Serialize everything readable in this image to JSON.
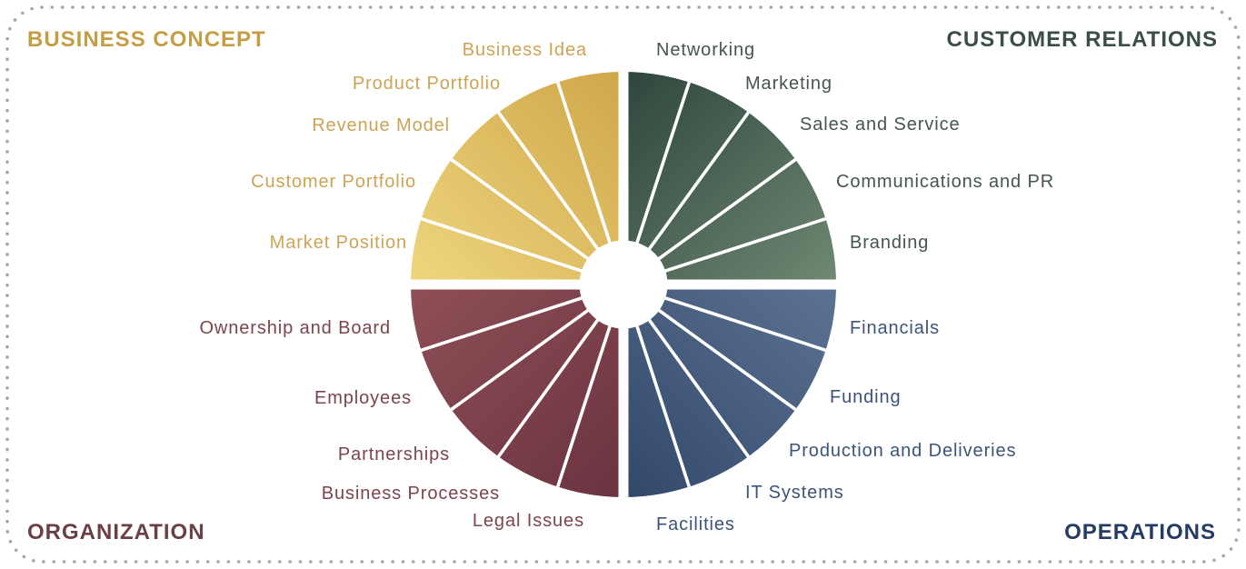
{
  "page": {
    "background": "#ffffff",
    "border_color": "#a8a8a8",
    "wheel_divider_color": "#ffffff"
  },
  "quadrants": [
    {
      "id": "business-concept",
      "title": "BUSINESS CONCEPT",
      "title_color": "#c49e44",
      "label_color": "#cda455",
      "color_dark": "#cfa64a",
      "color_light": "#eed67e",
      "position": "top-left",
      "segments": [
        {
          "label": "Business Idea"
        },
        {
          "label": "Product Portfolio"
        },
        {
          "label": "Revenue Model"
        },
        {
          "label": "Customer Portfolio"
        },
        {
          "label": "Market Position"
        }
      ]
    },
    {
      "id": "customer-relations",
      "title": "CUSTOMER RELATIONS",
      "title_color": "#3b4e46",
      "label_color": "#44564e",
      "color_dark": "#2e453c",
      "color_light": "#6f8973",
      "position": "top-right",
      "segments": [
        {
          "label": "Networking"
        },
        {
          "label": "Marketing"
        },
        {
          "label": "Sales and Service"
        },
        {
          "label": "Communications and PR"
        },
        {
          "label": "Branding"
        }
      ]
    },
    {
      "id": "organization",
      "title": "ORGANIZATION",
      "title_color": "#6a3f45",
      "label_color": "#7c454d",
      "color_dark": "#6a3340",
      "color_light": "#8f4f56",
      "position": "bottom-left",
      "segments": [
        {
          "label": "Ownership and Board"
        },
        {
          "label": "Employees"
        },
        {
          "label": "Partnerships"
        },
        {
          "label": "Business Processes"
        },
        {
          "label": "Legal Issues"
        }
      ]
    },
    {
      "id": "operations",
      "title": "OPERATIONS",
      "title_color": "#243c64",
      "label_color": "#3c5479",
      "color_dark": "#32486b",
      "color_light": "#5d7392",
      "position": "bottom-right",
      "segments": [
        {
          "label": "Financials"
        },
        {
          "label": "Funding"
        },
        {
          "label": "Production and Deliveries"
        },
        {
          "label": "IT Systems"
        },
        {
          "label": "Facilities"
        }
      ]
    }
  ]
}
